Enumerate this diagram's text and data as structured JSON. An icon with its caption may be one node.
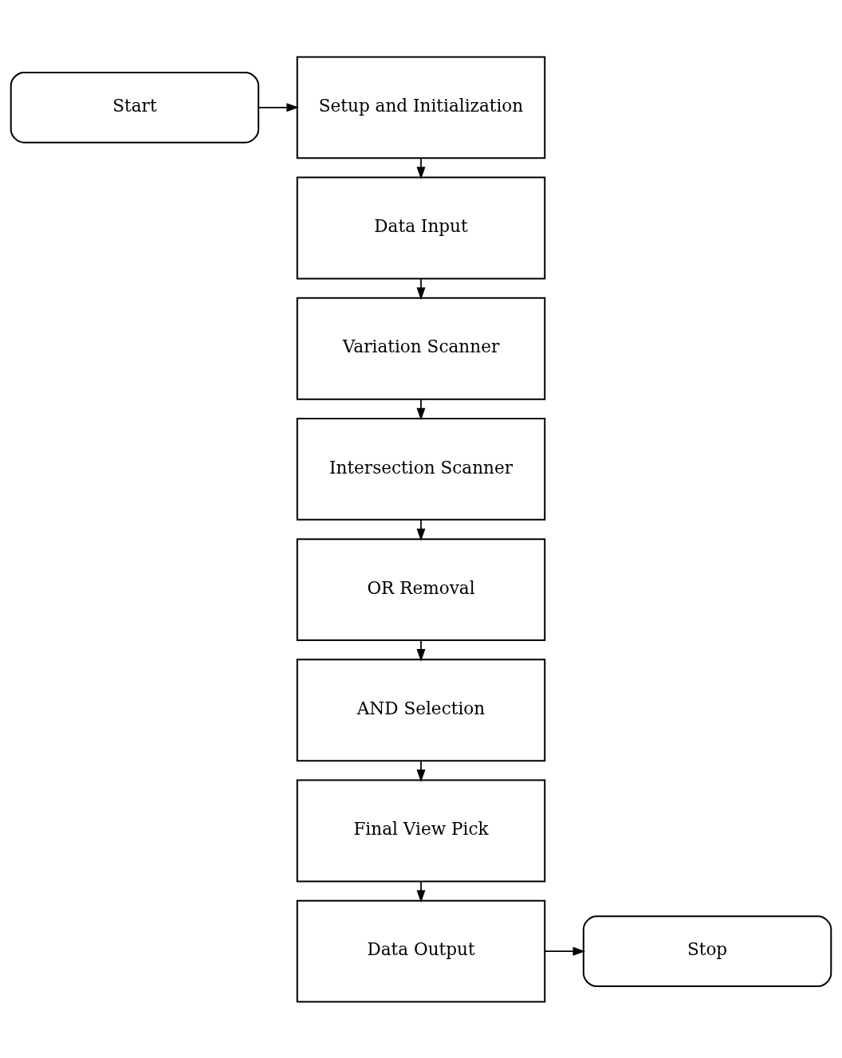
{
  "diagram": {
    "nodes": [
      {
        "text": [
          "Start"
        ]
      },
      {
        "text": [
          "Setup and Initialization"
        ]
      },
      {
        "text": [
          "Data Input"
        ]
      },
      {
        "text": [
          "Variation Scanner"
        ]
      },
      {
        "text": [
          "Intersection Scanner"
        ]
      },
      {
        "text": [
          "OR Removal"
        ]
      },
      {
        "text": [
          "AND Selection"
        ]
      },
      {
        "text": [
          "Final View Pick"
        ]
      },
      {
        "text": [
          "Data Output"
        ]
      },
      {
        "text": [
          "Stop"
        ]
      }
    ],
    "edges": [
      {
        "from": 0,
        "to": 1,
        "arrow": "to"
      },
      {
        "from": 1,
        "to": 2,
        "arrow": "to"
      },
      {
        "from": 2,
        "to": 3,
        "arrow": "to"
      },
      {
        "from": 3,
        "to": 4,
        "arrow": "to"
      },
      {
        "from": 4,
        "to": 5,
        "arrow": "to"
      },
      {
        "from": 5,
        "to": 6,
        "arrow": "to"
      },
      {
        "from": 6,
        "to": 7,
        "arrow": "to"
      },
      {
        "from": 7,
        "to": 8,
        "arrow": "to"
      },
      {
        "from": 8,
        "to": 9,
        "arrow": "to"
      }
    ]
  }
}
